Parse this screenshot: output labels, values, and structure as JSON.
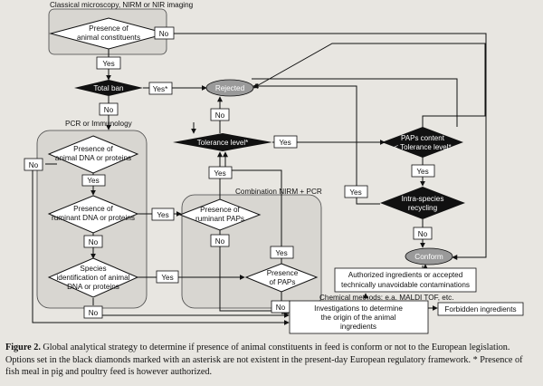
{
  "labels": {
    "top_method": "Classical microscopy, NIRM or NIR imaging",
    "presence_animal_1": "Presence of",
    "presence_animal_2": "animal constituents",
    "no_top": "No",
    "yes_top": "Yes",
    "total_ban": "Total ban",
    "yes_star": "Yes*",
    "rejected": "Rejected",
    "no_total_ban": "No",
    "pcr_immuno": "PCR or Immunology",
    "tolerance_level": "Tolerance level*",
    "yes_tolerance": "Yes",
    "no_tolerance": "No",
    "paps_content_1": "PAPs content",
    "paps_content_2": "< Tolerance level*",
    "yes_paps_content": "Yes",
    "dna_animal_1": "Presence of",
    "dna_animal_2": "animal DNA or proteins",
    "no_left": "No",
    "yes_dna": "Yes",
    "ruminant_dna_1": "Presence of",
    "ruminant_dna_2": "ruminant DNA or proteins",
    "yes_ruminant_dna": "Yes",
    "no_ruminant_dna": "No",
    "combination": "Combination NIRM + PCR",
    "ruminant_paps_1": "Presence of",
    "ruminant_paps_2": "ruminant PAPs",
    "no_ruminant_paps": "No",
    "yes_mid_up": "Yes",
    "yes_left_mid": "Yes",
    "intra_species_1": "Intra-species",
    "intra_species_2": "recycling",
    "no_intra": "No",
    "conform": "Conform",
    "species_id_1": "Species",
    "species_id_2": "identification of animal",
    "species_id_3": "DNA or proteins",
    "yes_species": "Yes",
    "presence_paps_1": "Presence",
    "presence_paps_2": "of PAPs",
    "yes_paps_up": "Yes",
    "no_paps": "No",
    "authorized_1": "Authorized ingredients or accepted",
    "authorized_2": "technically unavoidable contaminations",
    "chemical": "Chemical methods: e.a. MALDI TOF, etc.",
    "no_bottom": "No",
    "investigations_1": "Investigations to determine",
    "investigations_2": "the origin of the animal",
    "investigations_3": "ingredients",
    "forbidden": "Forbidden ingredients"
  },
  "caption": {
    "figure_label": "Figure 2.",
    "text": " Global analytical strategy to determine if presence of animal constituents in feed is conform or not to the European legislation. Options set in the black diamonds marked with an asterisk are not existent in the present-day European regulatory framework. * Presence of fish meal in pig and poultry feed is however authorized."
  },
  "colors": {
    "background": "#e8e6e1",
    "panel": "#d8d6d1",
    "box_fill": "#ffffff",
    "black_diamond": "#111111",
    "oval_fill": "#9a9a9a",
    "line": "#111111"
  }
}
